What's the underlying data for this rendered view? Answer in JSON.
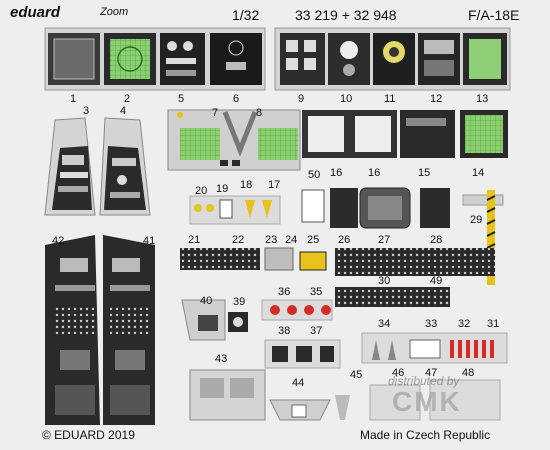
{
  "header": {
    "brand": "eduard",
    "brand_mark": "Zoom",
    "scale": "1/32",
    "codes": "33 219 + 32 948",
    "aircraft": "F/A-18E"
  },
  "footer": {
    "copyright": "© EDUARD 2019",
    "origin": "Made in Czech Republic"
  },
  "watermark": {
    "line1": "distributed by",
    "line2": "CMK"
  },
  "part_numbers": [
    "1",
    "2",
    "3",
    "4",
    "5",
    "6",
    "7",
    "8",
    "9",
    "10",
    "11",
    "12",
    "13",
    "14",
    "15",
    "16",
    "16",
    "17",
    "18",
    "19",
    "20",
    "21",
    "22",
    "23",
    "24",
    "25",
    "26",
    "27",
    "28",
    "29",
    "30",
    "31",
    "32",
    "33",
    "34",
    "35",
    "36",
    "37",
    "38",
    "39",
    "40",
    "41",
    "42",
    "43",
    "44",
    "45",
    "46",
    "47",
    "48",
    "49",
    "50"
  ],
  "colors": {
    "background": "#eeeeee",
    "fret": "#d4d4d4",
    "dark_panel": "#2a2a2a",
    "green_screen": "#7dc46a",
    "yellow": "#e8c21a",
    "red": "#d42a2a"
  }
}
